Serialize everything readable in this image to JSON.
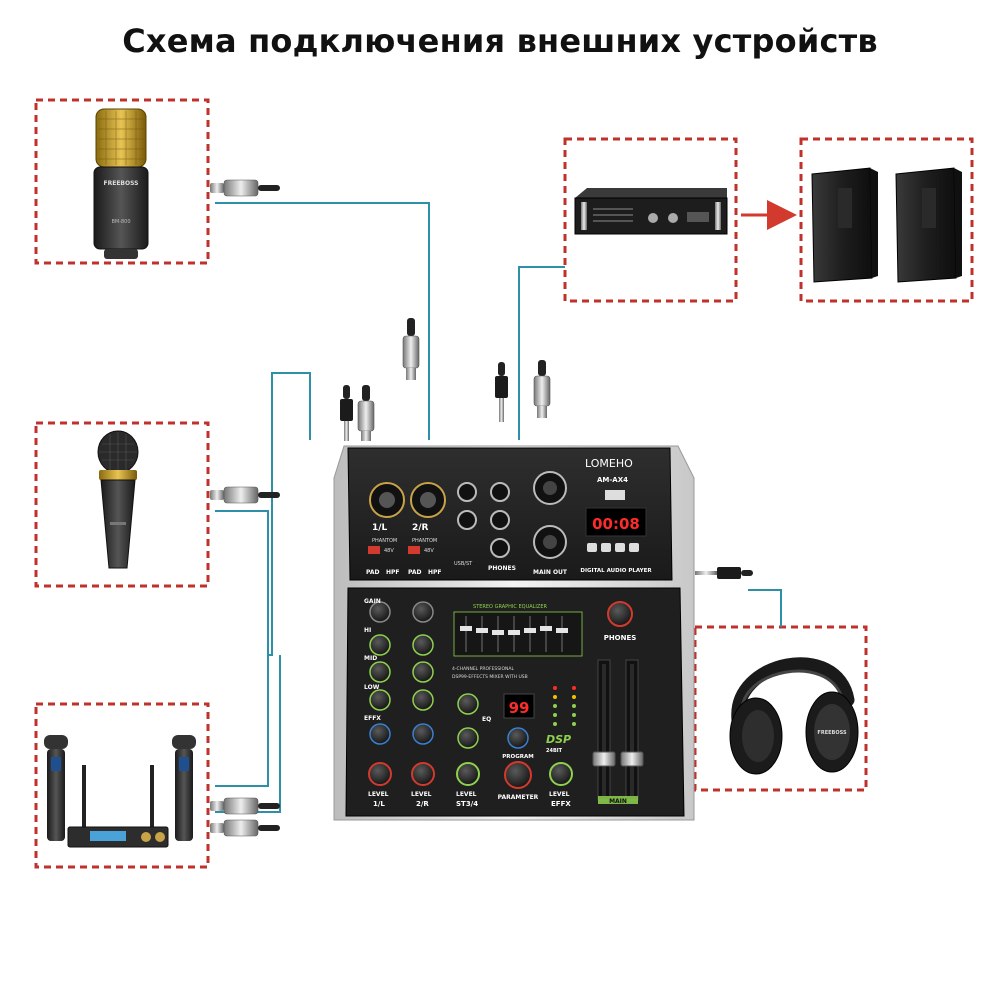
{
  "title": "Схема подключения внешних устройств",
  "colors": {
    "frame_dash": "#c0312b",
    "cable": "#2e8fa8",
    "arrow": "#d23a2e",
    "mixer_body": "#262626",
    "led_red": "#ff2b2b",
    "accent_green": "#8fd14f"
  },
  "devices": {
    "studio_mic": {
      "icon": "condenser-microphone-icon",
      "brand": "FREEBOSS",
      "model": "BM-800"
    },
    "handheld_mic": {
      "icon": "dynamic-microphone-icon"
    },
    "wireless_system": {
      "icon": "wireless-microphone-system-icon"
    },
    "amplifier": {
      "icon": "power-amplifier-icon"
    },
    "speakers": {
      "icon": "speaker-pair-icon"
    },
    "headphones": {
      "icon": "headphones-icon",
      "brand": "FREEBOSS"
    }
  },
  "mixer": {
    "brand": "LOMEHO",
    "model": "AM-AX4",
    "ch1_label": "1/L",
    "ch2_label": "2/R",
    "phantom": "PHANTOM",
    "v48": "48V",
    "pad": "PAD",
    "hpf": "HPF",
    "usb_st": "USB/ST",
    "phones_jack": "PHONES",
    "main_out": "MAIN OUT",
    "player_label": "DIGITAL AUDIO PLAYER",
    "player_display": "00:08",
    "eq_title": "STEREO GRAPHIC EQUALIZER",
    "phones_knob": "PHONES",
    "gain": "GAIN",
    "hi": "HI",
    "mid": "MID",
    "low": "LOW",
    "effx": "EFFX",
    "level": "LEVEL",
    "st34": "ST3/4",
    "eq": "EQ",
    "program": "PROGRAM",
    "parameter": "PARAMETER",
    "dsp": "DSP",
    "bit": "24BIT",
    "program_display": "99",
    "main": "MAIN",
    "product_line1": "4-CHANNEL PROFESSIONAL",
    "product_line2": "DSP99-EFFECTS MIXER WITH USB"
  }
}
